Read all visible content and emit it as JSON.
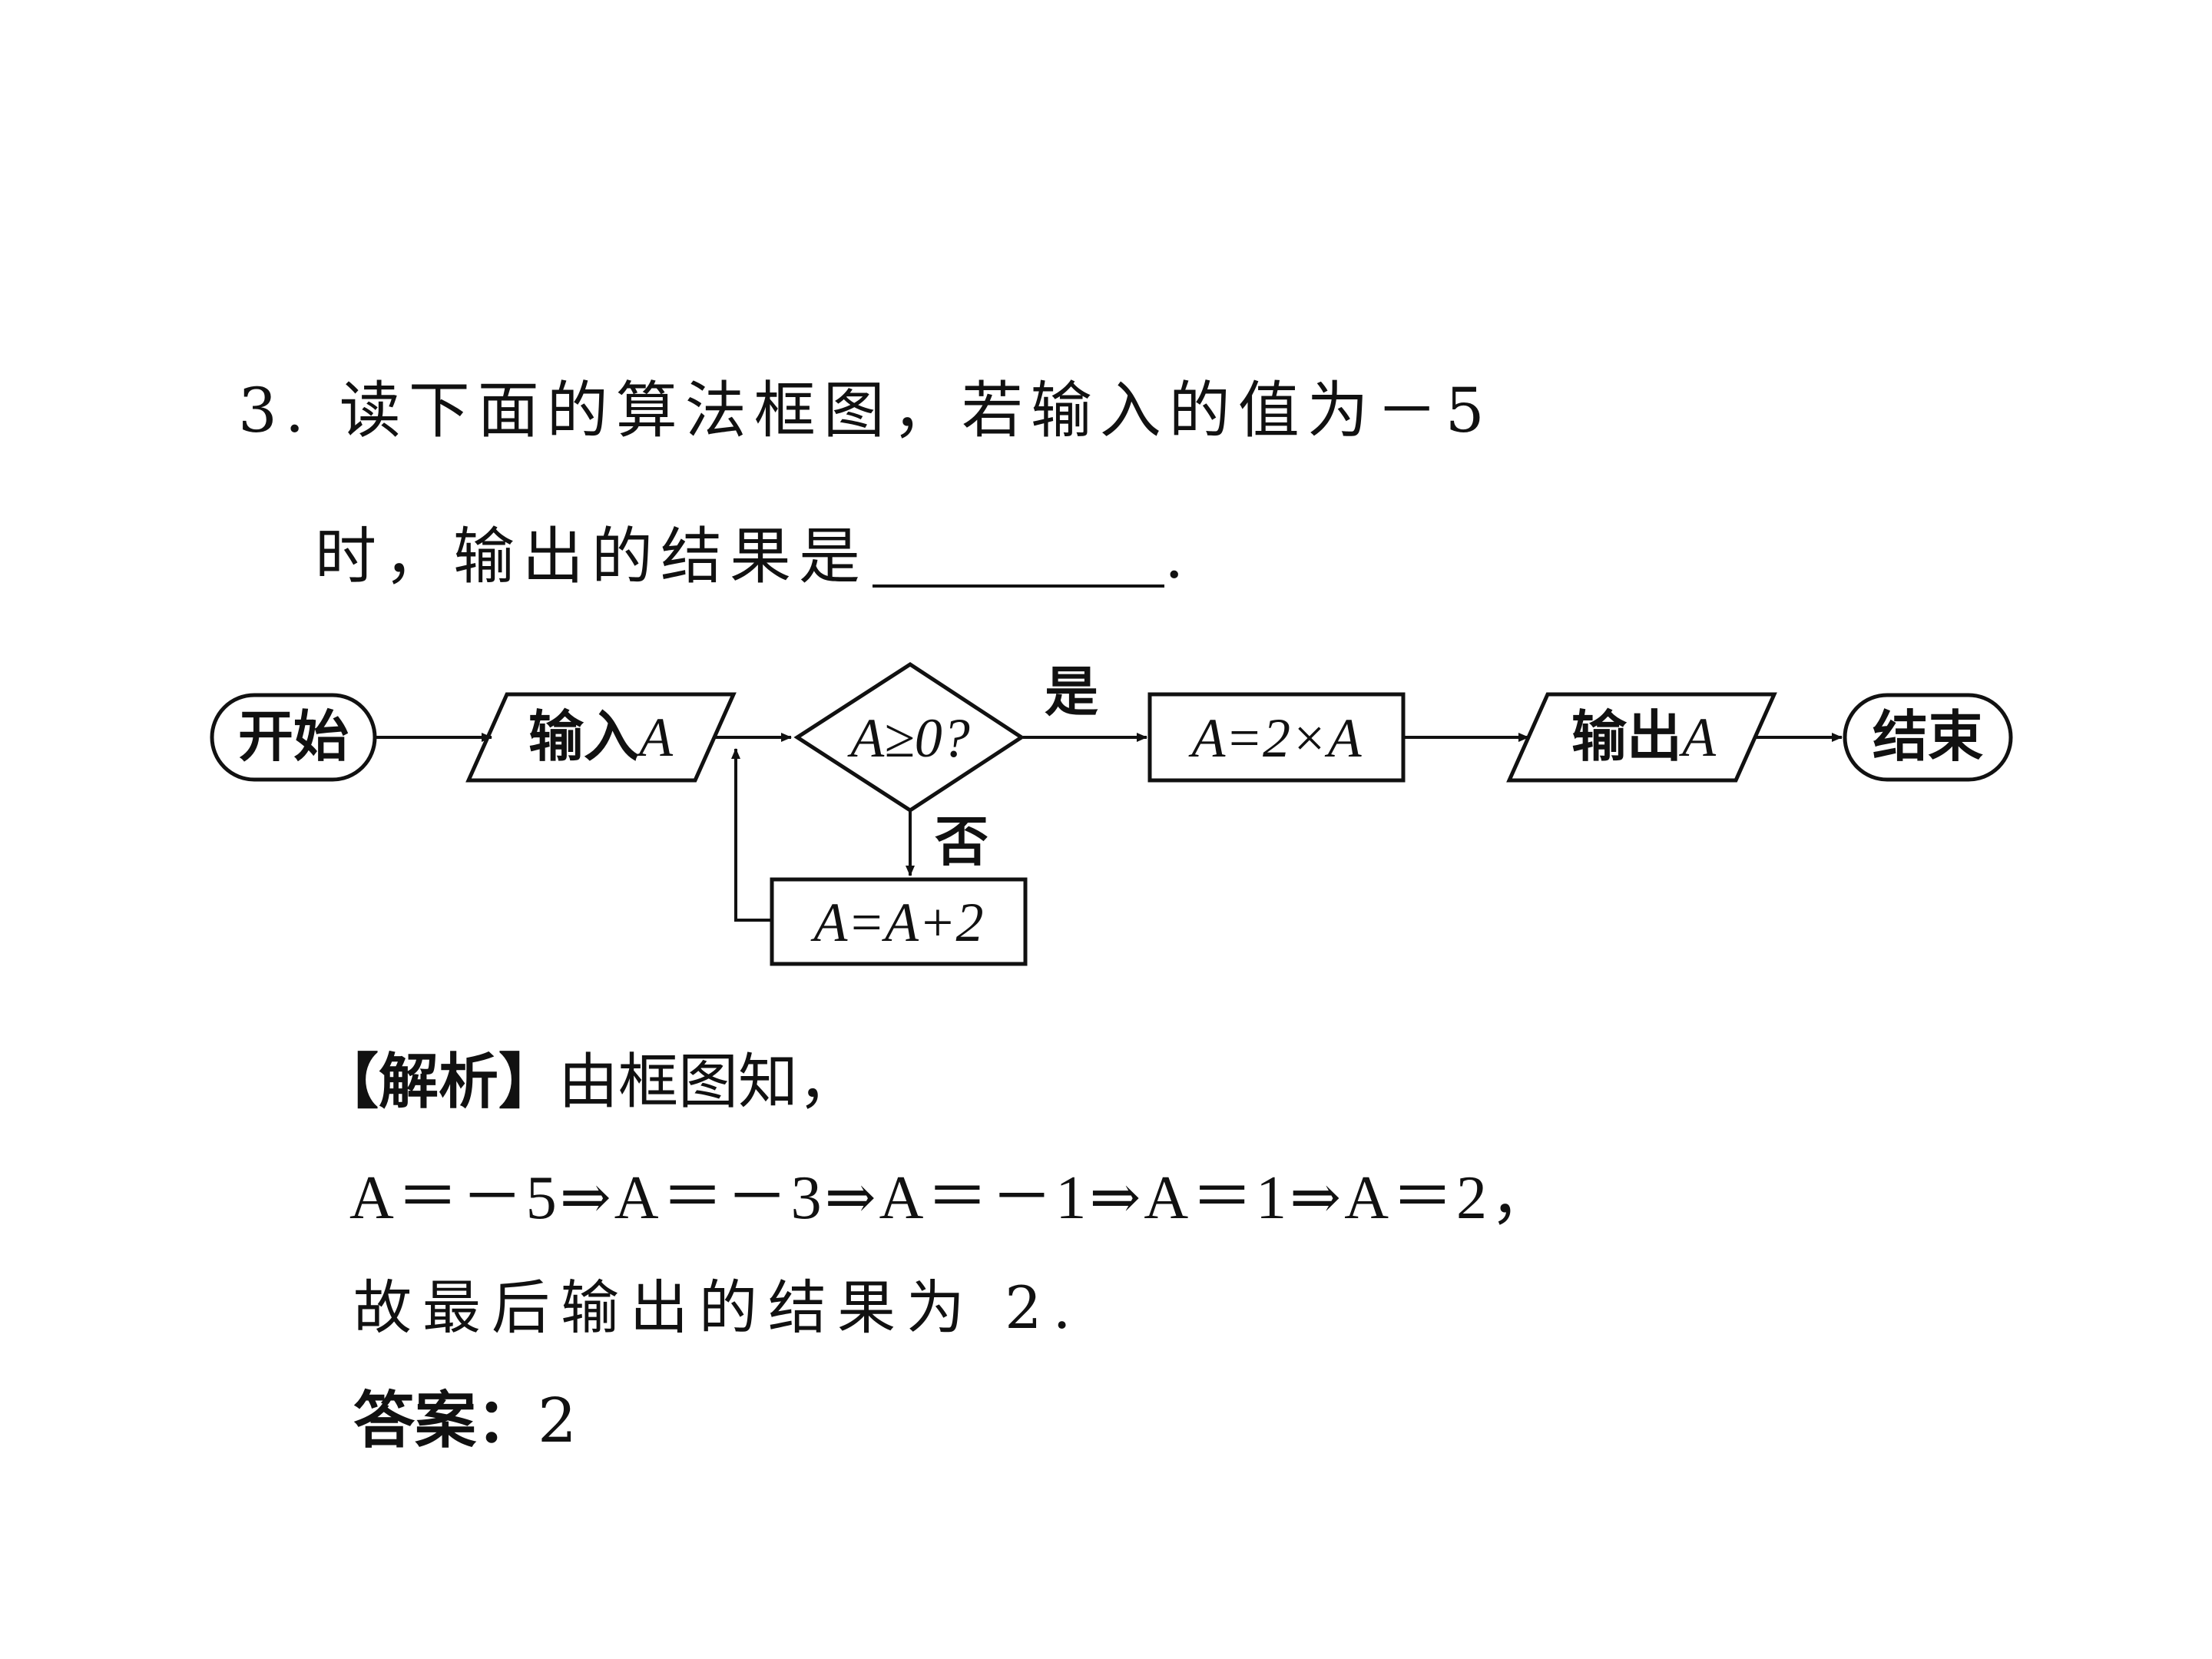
{
  "question": {
    "line1": "3. 读下面的算法框图，若输入的值为－5",
    "line2": "时，输出的结果是",
    "line2_end": "."
  },
  "flowchart": {
    "start": "开始",
    "input_prefix": "输入",
    "input_var": "A",
    "decision": "A≥0?",
    "yes_label": "是",
    "no_label": "否",
    "process_yes": "A=2×A",
    "process_no": "A=A+2",
    "output_prefix": "输出",
    "output_var": "A",
    "end": "结束"
  },
  "solution": {
    "header": "【解析】",
    "intro": "由框图知，",
    "chain": "A＝－5⇒A＝－3⇒A＝－1⇒A＝1⇒A＝2，",
    "conclusion": "故最后输出的结果为 2.",
    "answer_label": "答案：",
    "answer_value": "2"
  }
}
